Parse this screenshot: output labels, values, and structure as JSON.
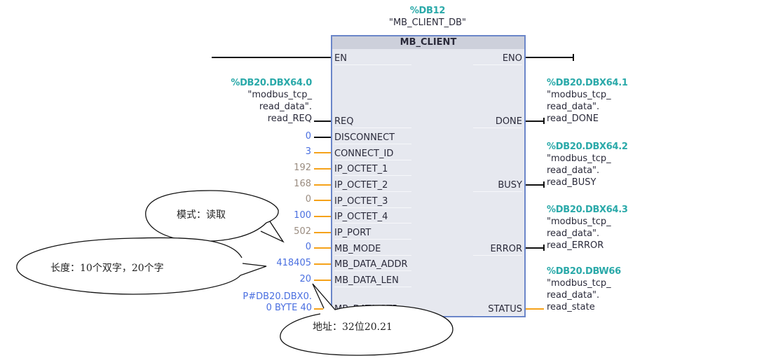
{
  "instance": {
    "address": "%DB12",
    "name": "\"MB_CLIENT_DB\""
  },
  "block": {
    "title": "MB_CLIENT"
  },
  "inputs": {
    "en": "EN",
    "req": {
      "pin": "REQ",
      "addr": "%DB20.DBX64.0",
      "line1": "\"modbus_tcp_",
      "line2": "read_data\".",
      "line3": "read_REQ"
    },
    "disconnect": {
      "pin": "DISCONNECT",
      "value": "0"
    },
    "connect_id": {
      "pin": "CONNECT_ID",
      "value": "3"
    },
    "ip1": {
      "pin": "IP_OCTET_1",
      "value": "192"
    },
    "ip2": {
      "pin": "IP_OCTET_2",
      "value": "168"
    },
    "ip3": {
      "pin": "IP_OCTET_3",
      "value": "0"
    },
    "ip4": {
      "pin": "IP_OCTET_4",
      "value": "100"
    },
    "port": {
      "pin": "IP_PORT",
      "value": "502"
    },
    "mode": {
      "pin": "MB_MODE",
      "value": "0"
    },
    "data_addr": {
      "pin": "MB_DATA_ADDR",
      "value": "418405"
    },
    "data_len": {
      "pin": "MB_DATA_LEN",
      "value": "20"
    },
    "data_ptr": {
      "pin": "MB_DATA_PTR",
      "value1": "P#DB20.DBX0.",
      "value2": "0 BYTE 40"
    }
  },
  "outputs": {
    "eno": "ENO",
    "done": {
      "pin": "DONE",
      "addr": "%DB20.DBX64.1",
      "line1": "\"modbus_tcp_",
      "line2": "read_data\".",
      "line3": "read_DONE"
    },
    "busy": {
      "pin": "BUSY",
      "addr": "%DB20.DBX64.2",
      "line1": "\"modbus_tcp_",
      "line2": "read_data\".",
      "line3": "read_BUSY"
    },
    "error": {
      "pin": "ERROR",
      "addr": "%DB20.DBX64.3",
      "line1": "\"modbus_tcp_",
      "line2": "read_data\".",
      "line3": "read_ERROR"
    },
    "status": {
      "pin": "STATUS",
      "addr": "%DB20.DBW66",
      "line1": "\"modbus_tcp_",
      "line2": "read_data\".",
      "line3": "read_state"
    }
  },
  "callouts": {
    "mode": "模式：读取",
    "length": "长度：10个双字，20个字",
    "address": "地址：32位20.21"
  },
  "colors": {
    "teal": "#2aa9a9",
    "value_blue": "#4a6fe0",
    "wire_orange": "#f5a21a",
    "block_border": "#6b86c9",
    "block_bg": "#e6e8ef"
  }
}
